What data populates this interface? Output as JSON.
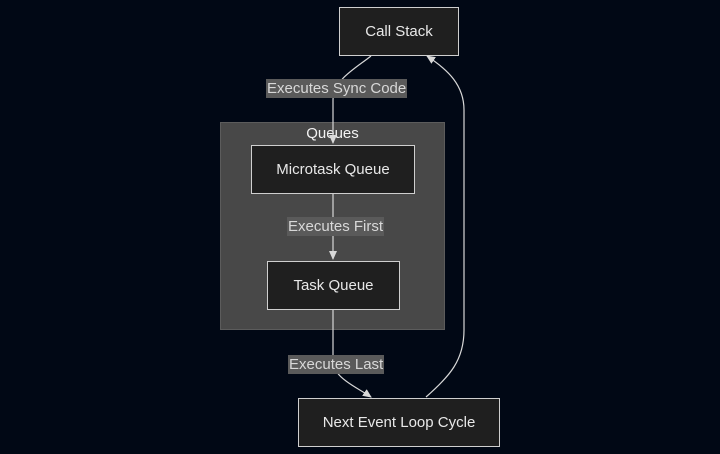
{
  "nodes": {
    "call_stack": "Call Stack",
    "microtask_queue": "Microtask Queue",
    "task_queue": "Task Queue",
    "next_event_loop_cycle": "Next Event Loop Cycle"
  },
  "cluster": {
    "title": "Queues"
  },
  "edges": {
    "sync": "Executes Sync Code",
    "first": "Executes First",
    "last": "Executes Last"
  }
}
